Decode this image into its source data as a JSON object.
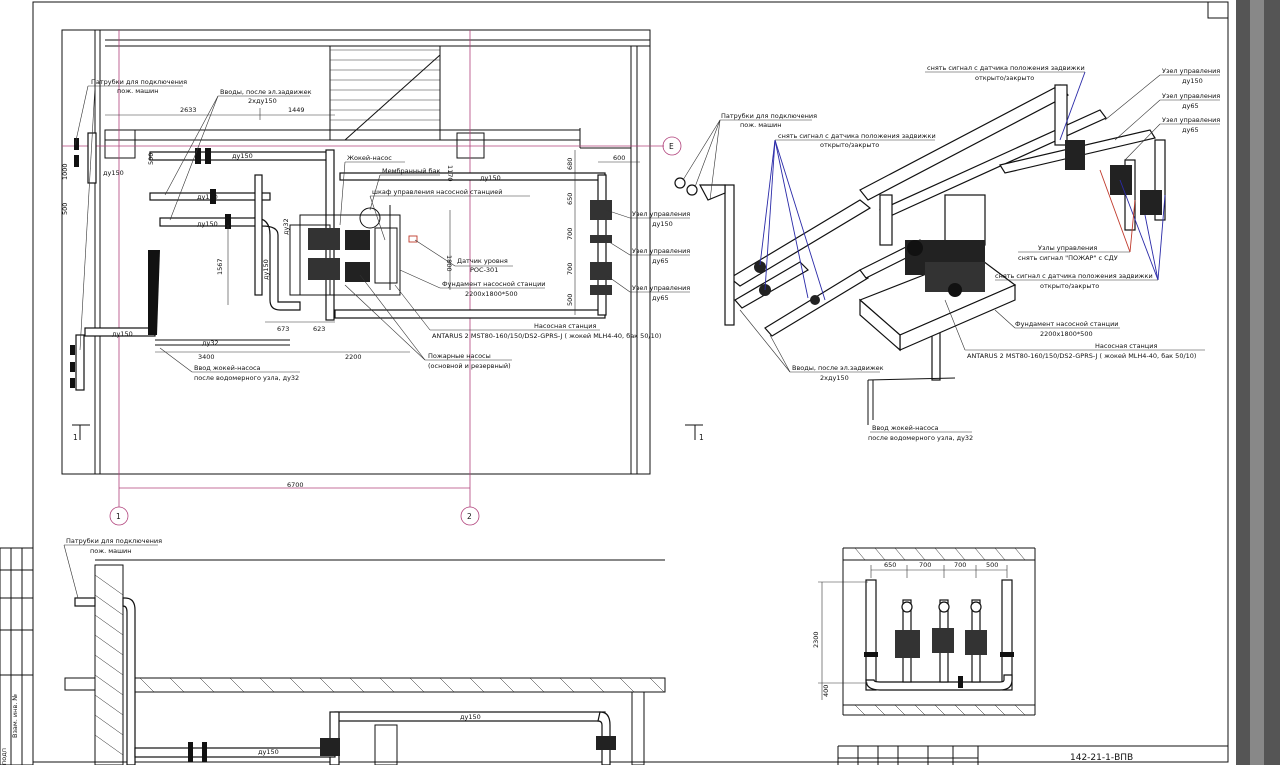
{
  "plan": {
    "dim_2633": "2633",
    "dim_1449": "1449",
    "dim_1000": "1000",
    "dim_500a": "500",
    "dim_500b": "500",
    "dim_1567": "1567",
    "dim_673": "673",
    "dim_623": "623",
    "dim_3400": "3400",
    "dim_2200": "2200",
    "dim_1800": "1800",
    "dim_6700": "6700",
    "dim_600": "600",
    "dim_680": "680",
    "dim_650": "650",
    "dim_700a": "700",
    "dim_700b": "700",
    "dim_500c": "500",
    "dim_1170": "1170",
    "du150": "ду150",
    "du32": "ду32",
    "du65": "ду65",
    "axis_e": "Е",
    "axis_1": "1",
    "axis_2": "2",
    "cut_1": "1",
    "label_patrubki": "Патрубки для подключения",
    "label_patrubki_2": "пож. машин",
    "label_vvody": "Вводы, после эл.задвижек",
    "label_vvody_2": "2хду150",
    "label_zhokey": "Жокей-насос",
    "label_membrane": "Мембранный бак",
    "label_shkaf": "шкаф управления насосной станцией",
    "label_datchik": "Датчик уровня",
    "label_datchik_2": "РОС-301",
    "label_fundament": "Фундамент насосной станции",
    "label_fundament_2": "2200х1800*500",
    "label_uzel": "Узел управления",
    "label_station": "Насосная станция",
    "label_antarus": "ANTARUS 2 MST80-160/150/DS2-GPRS-J ( жокей MLH4-40, бак 50/10)",
    "label_pozh": "Пожарные насосы",
    "label_pozh_2": "(основной и резервный)",
    "label_vvod_zh": "Ввод жокей-насоса",
    "label_vvod_zh_2": "после водомерного узла, ду32"
  },
  "iso": {
    "patrubki": "Патрубки для подключения",
    "patrubki_2": "пож. машин",
    "snyat1": "снять сигнал с датчика положения задвижки",
    "snyat1_2": "открыто/закрыто",
    "snyat2": "снять сигнал с датчика положения задвижки",
    "snyat2_2": "открыто/закрыто",
    "snyat3": "снять сигнал с датчика положения задвижки",
    "snyat3_2": "открыто/закрыто",
    "uzel150": "Узел управления",
    "du150": "ду150",
    "uzel65a": "Узел управления",
    "du65a": "ду65",
    "uzel65b": "Узел управления",
    "du65b": "ду65",
    "uzly": "Узлы управления",
    "uzly_2": "снять сигнал \"ПОЖАР\" с СДУ",
    "fundament": "Фундамент насосной станции",
    "fundament_2": "2200х1800*500",
    "station": "Насосная станция",
    "antarus": "ANTARUS 2 MST80-160/150/DS2-GPRS-J ( жокей MLH4-40, бак 50/10)",
    "vvody": "Вводы, после эл.задвижек",
    "vvody_2": "2хду150",
    "vvod_zh": "Ввод жокей-насоса",
    "vvod_zh_2": "после водомерного узла, ду32"
  },
  "section": {
    "patrubki": "Патрубки для подключения",
    "patrubki_2": "пож. машин",
    "du150": "ду150"
  },
  "detail": {
    "d650": "650",
    "d700a": "700",
    "d700b": "700",
    "d500": "500",
    "d2300": "2300",
    "d400": "400"
  },
  "title_block": {
    "code": "142-21-1-ВПВ",
    "side_label": "Взам. инв. №",
    "side_label_2": "подп"
  }
}
